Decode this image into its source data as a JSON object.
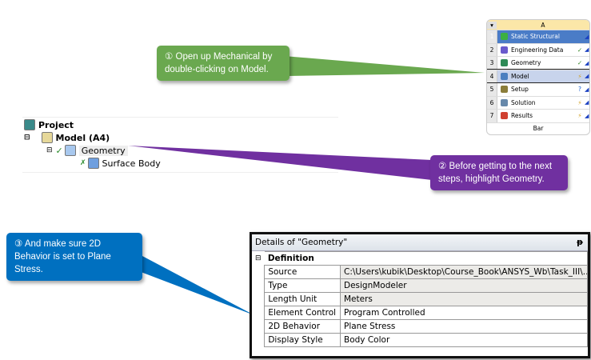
{
  "workbench": {
    "column": "A",
    "footer": "Bar",
    "rows": [
      {
        "n": "1",
        "label": "Static Structural",
        "status": "",
        "color": "#3cb043",
        "selected": true
      },
      {
        "n": "2",
        "label": "Engineering Data",
        "status": "✓",
        "color": "#6a5acd"
      },
      {
        "n": "3",
        "label": "Geometry",
        "status": "✓",
        "color": "#2e8b57"
      },
      {
        "n": "4",
        "label": "Model",
        "status": "⚡",
        "color": "#4a7fc0",
        "highlight": true
      },
      {
        "n": "5",
        "label": "Setup",
        "status": "?",
        "color": "#8b7d3a"
      },
      {
        "n": "6",
        "label": "Solution",
        "status": "⚡",
        "color": "#6688aa"
      },
      {
        "n": "7",
        "label": "Results",
        "status": "⚡",
        "color": "#d04030"
      }
    ]
  },
  "tree": {
    "project": "Project",
    "model": "Model (A4)",
    "geometry": "Geometry",
    "surface_body": "Surface Body"
  },
  "callouts": {
    "c1": "① Open up Mechanical by double-clicking on Model.",
    "c2": "② Before getting to the next steps, highlight Geometry.",
    "c3": "③ And make sure 2D Behavior is set to Plane Stress."
  },
  "colors": {
    "green": "#6aa84f",
    "purple": "#7030a0",
    "blue": "#0070c0"
  },
  "details": {
    "title": "Details of \"Geometry\"",
    "pin": "ᵽ",
    "section": "Definition",
    "rows": [
      {
        "k": "Source",
        "v": "C:\\Users\\kubik\\Desktop\\Course_Book\\ANSYS_Wb\\Task_III\\..."
      },
      {
        "k": "Type",
        "v": "DesignModeler"
      },
      {
        "k": "Length Unit",
        "v": "Meters"
      },
      {
        "k": "Element Control",
        "v": "Program Controlled"
      },
      {
        "k": "2D Behavior",
        "v": "Plane Stress"
      },
      {
        "k": "Display Style",
        "v": "Body Color"
      }
    ]
  }
}
